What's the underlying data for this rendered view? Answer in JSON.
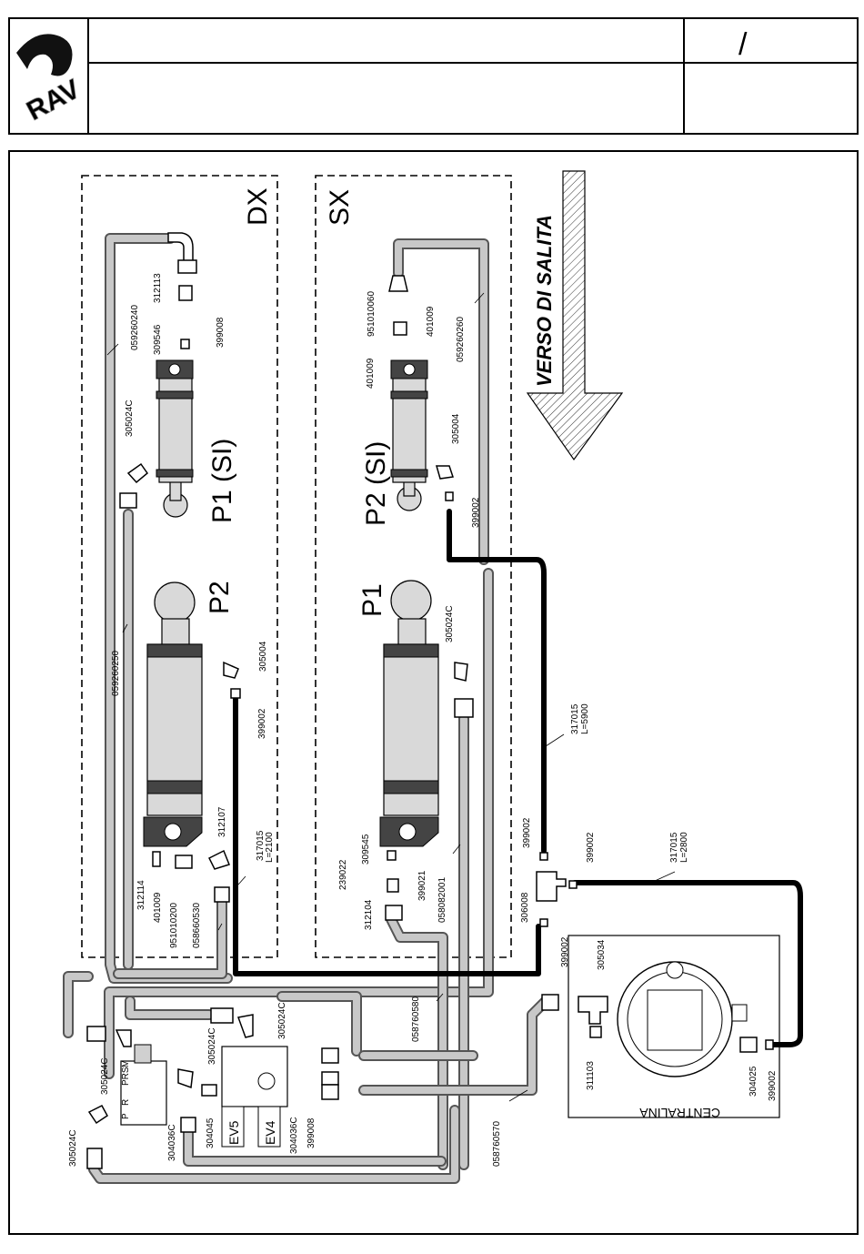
{
  "header": {
    "logo_text": "RAV",
    "page_separator": "/"
  },
  "groups": {
    "dx": "DX",
    "sx": "SX"
  },
  "cylinders": {
    "dx_p1": "P1 (SI)",
    "dx_p2": "P2",
    "sx_p2": "P2 (SI)",
    "sx_p1": "P1"
  },
  "direction": {
    "text": "VERSO DI SALITA"
  },
  "unit": {
    "label": "CENTRALINA"
  },
  "valves": {
    "ev5": "EV5",
    "ev4": "EV4",
    "prs": "PRS",
    "m": "M",
    "r": "R",
    "p": "P"
  },
  "part_labels": {
    "dx_hose_top": "059260240",
    "dx_312113": "312113",
    "dx_399008_top": "399008",
    "dx_309546": "309546",
    "dx_305024c_top": "305024C",
    "dx_hose_long": "059260250",
    "dx_305004": "305004",
    "dx_399002": "399002",
    "dx_312107": "312107",
    "dx_317015_a": "317015",
    "dx_317015_len": "L=2100",
    "dx_312114": "312114",
    "dx_401009": "401009",
    "dx_951010200": "951010200",
    "dx_058660530": "058660530",
    "sx_951010060": "951010060",
    "sx_401009_a": "401009",
    "sx_401009_b": "401009",
    "sx_hose_top": "059260260",
    "sx_305004": "305004",
    "sx_399002": "399002",
    "sx_305024c": "305024C",
    "sx_239022": "239022",
    "sx_309545": "309545",
    "sx_399021": "399021",
    "sx_312104": "312104",
    "sx_058082001": "058082001",
    "m_317015_a": "317015",
    "m_317015_a_len": "L=5900",
    "m_399002_a": "399002",
    "m_399002_b": "399002",
    "m_306008": "306008",
    "m_399002_c": "399002",
    "m_317015_b": "317015",
    "m_317015_b_len": "L=2800",
    "c_305034": "305034",
    "c_311103": "311103",
    "c_304025": "304025",
    "c_399002": "399002",
    "b_058760580": "058760580",
    "b_058760570": "058760570",
    "b_305024c_a": "305024C",
    "b_305024c_b": "305024C",
    "b_305024c_c": "305024C",
    "b_305024c_d": "305024C",
    "b_304036c_a": "304036C",
    "b_304045": "304045",
    "b_304036c_b": "304036C",
    "b_399008": "399008"
  }
}
